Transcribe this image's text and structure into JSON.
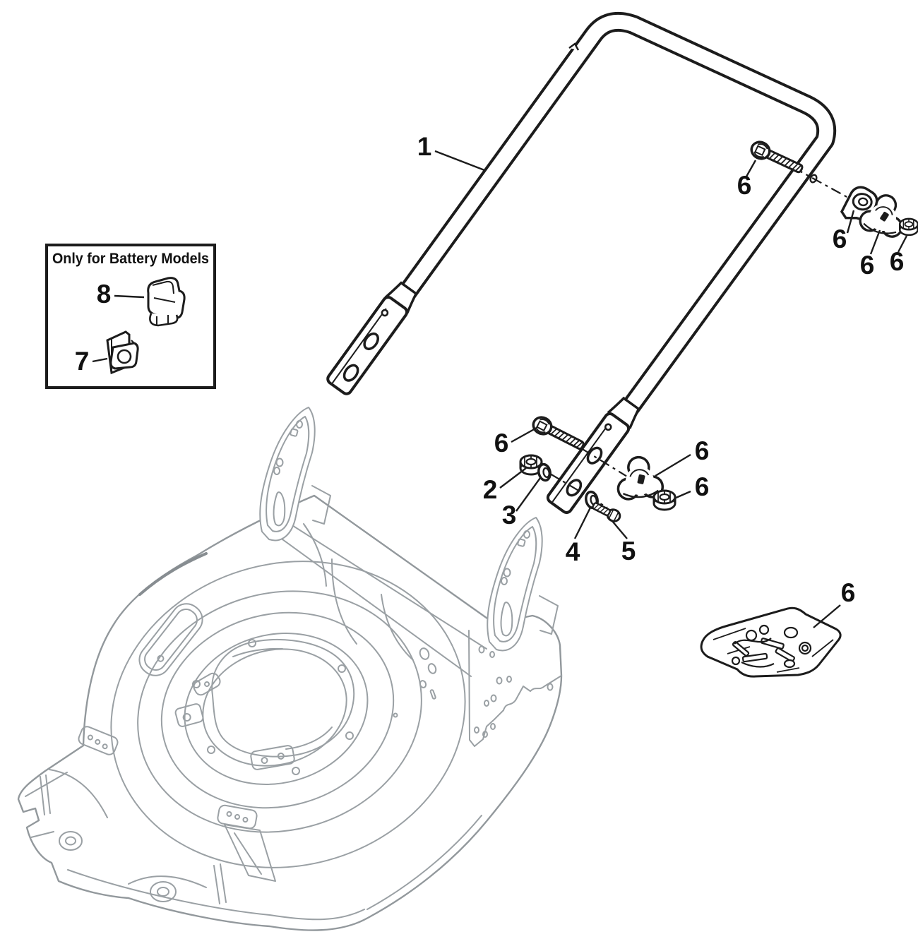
{
  "diagram": {
    "kind": "exploded-parts-diagram",
    "subject": "Lawnmower upper handle and deck assembly",
    "background_color": "#ffffff",
    "part_line_color": "#1c1c1c",
    "ghost_line_color": "#9aa0a4"
  },
  "battery_box": {
    "title": "Only for Battery Models",
    "callouts": [
      {
        "ref": "8",
        "points_to": "battery-cable-clip"
      },
      {
        "ref": "7",
        "points_to": "battery-cable-clamp"
      }
    ]
  },
  "callouts": [
    {
      "ref": "1",
      "points_to": "upper-handle-tube"
    },
    {
      "ref": "6",
      "points_to": "carriage-bolt-upper"
    },
    {
      "ref": "6",
      "points_to": "cam-washer-upper"
    },
    {
      "ref": "6",
      "points_to": "star-knob-upper"
    },
    {
      "ref": "6",
      "points_to": "flange-nut-upper"
    },
    {
      "ref": "6",
      "points_to": "carriage-bolt-lower"
    },
    {
      "ref": "2",
      "points_to": "flange-nut-2"
    },
    {
      "ref": "3",
      "points_to": "washer-3"
    },
    {
      "ref": "4",
      "points_to": "washer-4"
    },
    {
      "ref": "5",
      "points_to": "screw-5"
    },
    {
      "ref": "6",
      "points_to": "star-knob-lower"
    },
    {
      "ref": "6",
      "points_to": "flange-nut-lower"
    },
    {
      "ref": "6",
      "points_to": "hardware-kit-bag"
    }
  ]
}
